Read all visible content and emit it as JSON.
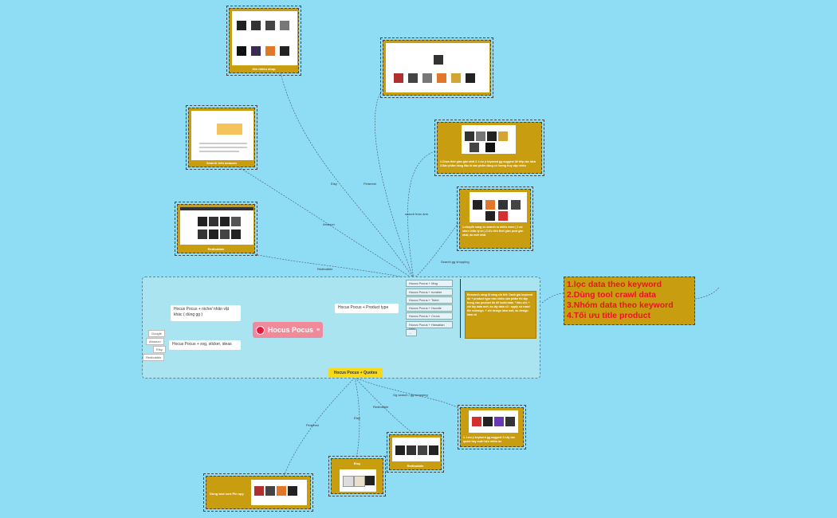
{
  "central": {
    "title": "Hocus Pocus"
  },
  "topics": {
    "niche": "Hocus Pocus + niche/ nhân vật khác ( dùng gg )",
    "svg": "Hocus Pocus + svg, sticker, ideas",
    "product_type": "Hocus Pocus + Product type",
    "quotes": "Hocus Pocus + Quotes"
  },
  "platforms": [
    "Google",
    "Amazon",
    "Etsy",
    "Redbubble"
  ],
  "product_types": [
    "Hocus Pocus + Mug",
    "Hocus Pocus + tumbler",
    "Hocus Pocus + Tshirt",
    "Hocus Pocus + Hoodie",
    "Hocus Pocus + Crocs",
    "Hocus Pocus + Hawaiian shirt",
    "..."
  ],
  "research_note": "Research càng kĩ càng chi tiết: Danh giá keyword đó + product type nào nhiều sản phẩm thì tập trung vào product đó để build data. * Nếu chỉ: + chỉ lấy data mới, áo lấy data cũ : apply cả crawl file redesign. + chỉ design idea mới, áo design idea cũ",
  "big_list": [
    "1.lọc data theo keyword",
    "2.Dùng tool crawl data",
    "3.Nhóm data theo keyword",
    "4.Tối ưu title product"
  ],
  "cards": {
    "etsy_top": "Gin nhiều shop",
    "amazon": "Search trên amazon",
    "redbubble_top": "Redbubble",
    "gg_note": "1.Chọn thời gian gần nhất 2. Lưu ý keyword gg suggest để tiếp các idea 3.Sản phẩm hàng đầu là sản phẩm đang có lượng truy cập nhiều",
    "shopping_note": "1.chuyển sang xu search ra nhiều mem ( 1 số store chắc lý on ) 2.Ưu tiên thời gian post gần nhất, ảo mới nhất",
    "gg_bottom": "1. Lưu ý keyword gg suggest 2.Lấy các quote hay xuất hiện nhiều ảo",
    "redbubble_bottom": "Redbubble",
    "etsy_bottom": "Etsy",
    "pinterest_bottom": "Dùng tool sort Pin spy"
  },
  "edge_labels": {
    "etsy": "Etsy",
    "pinterest": "Pinterest",
    "search_gg": "search thức ảnh",
    "amazon": "Amazon",
    "redbubble": "Redbubble",
    "gg_shopping": "Search gg shopping",
    "quote_pinterest": "Pinterest",
    "quote_etsy": "Etsy",
    "quote_redbubble": "Redbubble",
    "quote_gg": "Gg search / gg shopping"
  },
  "colors": {
    "background": "#8fdcf5",
    "central": "#f0899a",
    "card": "#c99d10",
    "quote": "#f7d918",
    "accent_text": "#e81424"
  }
}
